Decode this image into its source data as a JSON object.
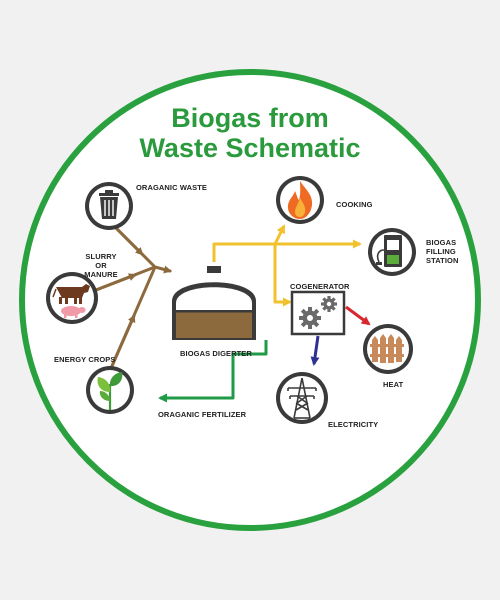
{
  "title": {
    "line1": "Biogas from",
    "line2": "Waste Schematic"
  },
  "labels": {
    "organic_waste": "ORAGANIC WASTE",
    "slurry": "SLURRY\nOR\nMANURE",
    "energy_crops": "ENERGY CROPS",
    "digester": "BIOGAS DIGERTER",
    "fertilizer": "ORAGANIC FERTILIZER",
    "cooking": "COOKING",
    "filling_station": "BIOGAS\nFILLING\nSTATION",
    "cogenerator": "COGENERATOR",
    "heat": "HEAT",
    "electricity": "ELECTRICITY"
  },
  "colors": {
    "border": "#2aa13f",
    "feed_arrows": "#8c6a3e",
    "gas_arrows": "#f2c12e",
    "heat_arrow": "#d9262c",
    "electric_arrow": "#2e3192",
    "fertilizer_arrow": "#1f9a46",
    "icon_circle": "#3a3a3a"
  },
  "icons": [
    "trash-can-icon",
    "cow-icon",
    "pig-icon",
    "plant-sprout-icon",
    "digester-tank-icon",
    "flame-icon",
    "fuel-pump-icon",
    "gears-icon",
    "fence-icon",
    "power-pylon-icon"
  ]
}
